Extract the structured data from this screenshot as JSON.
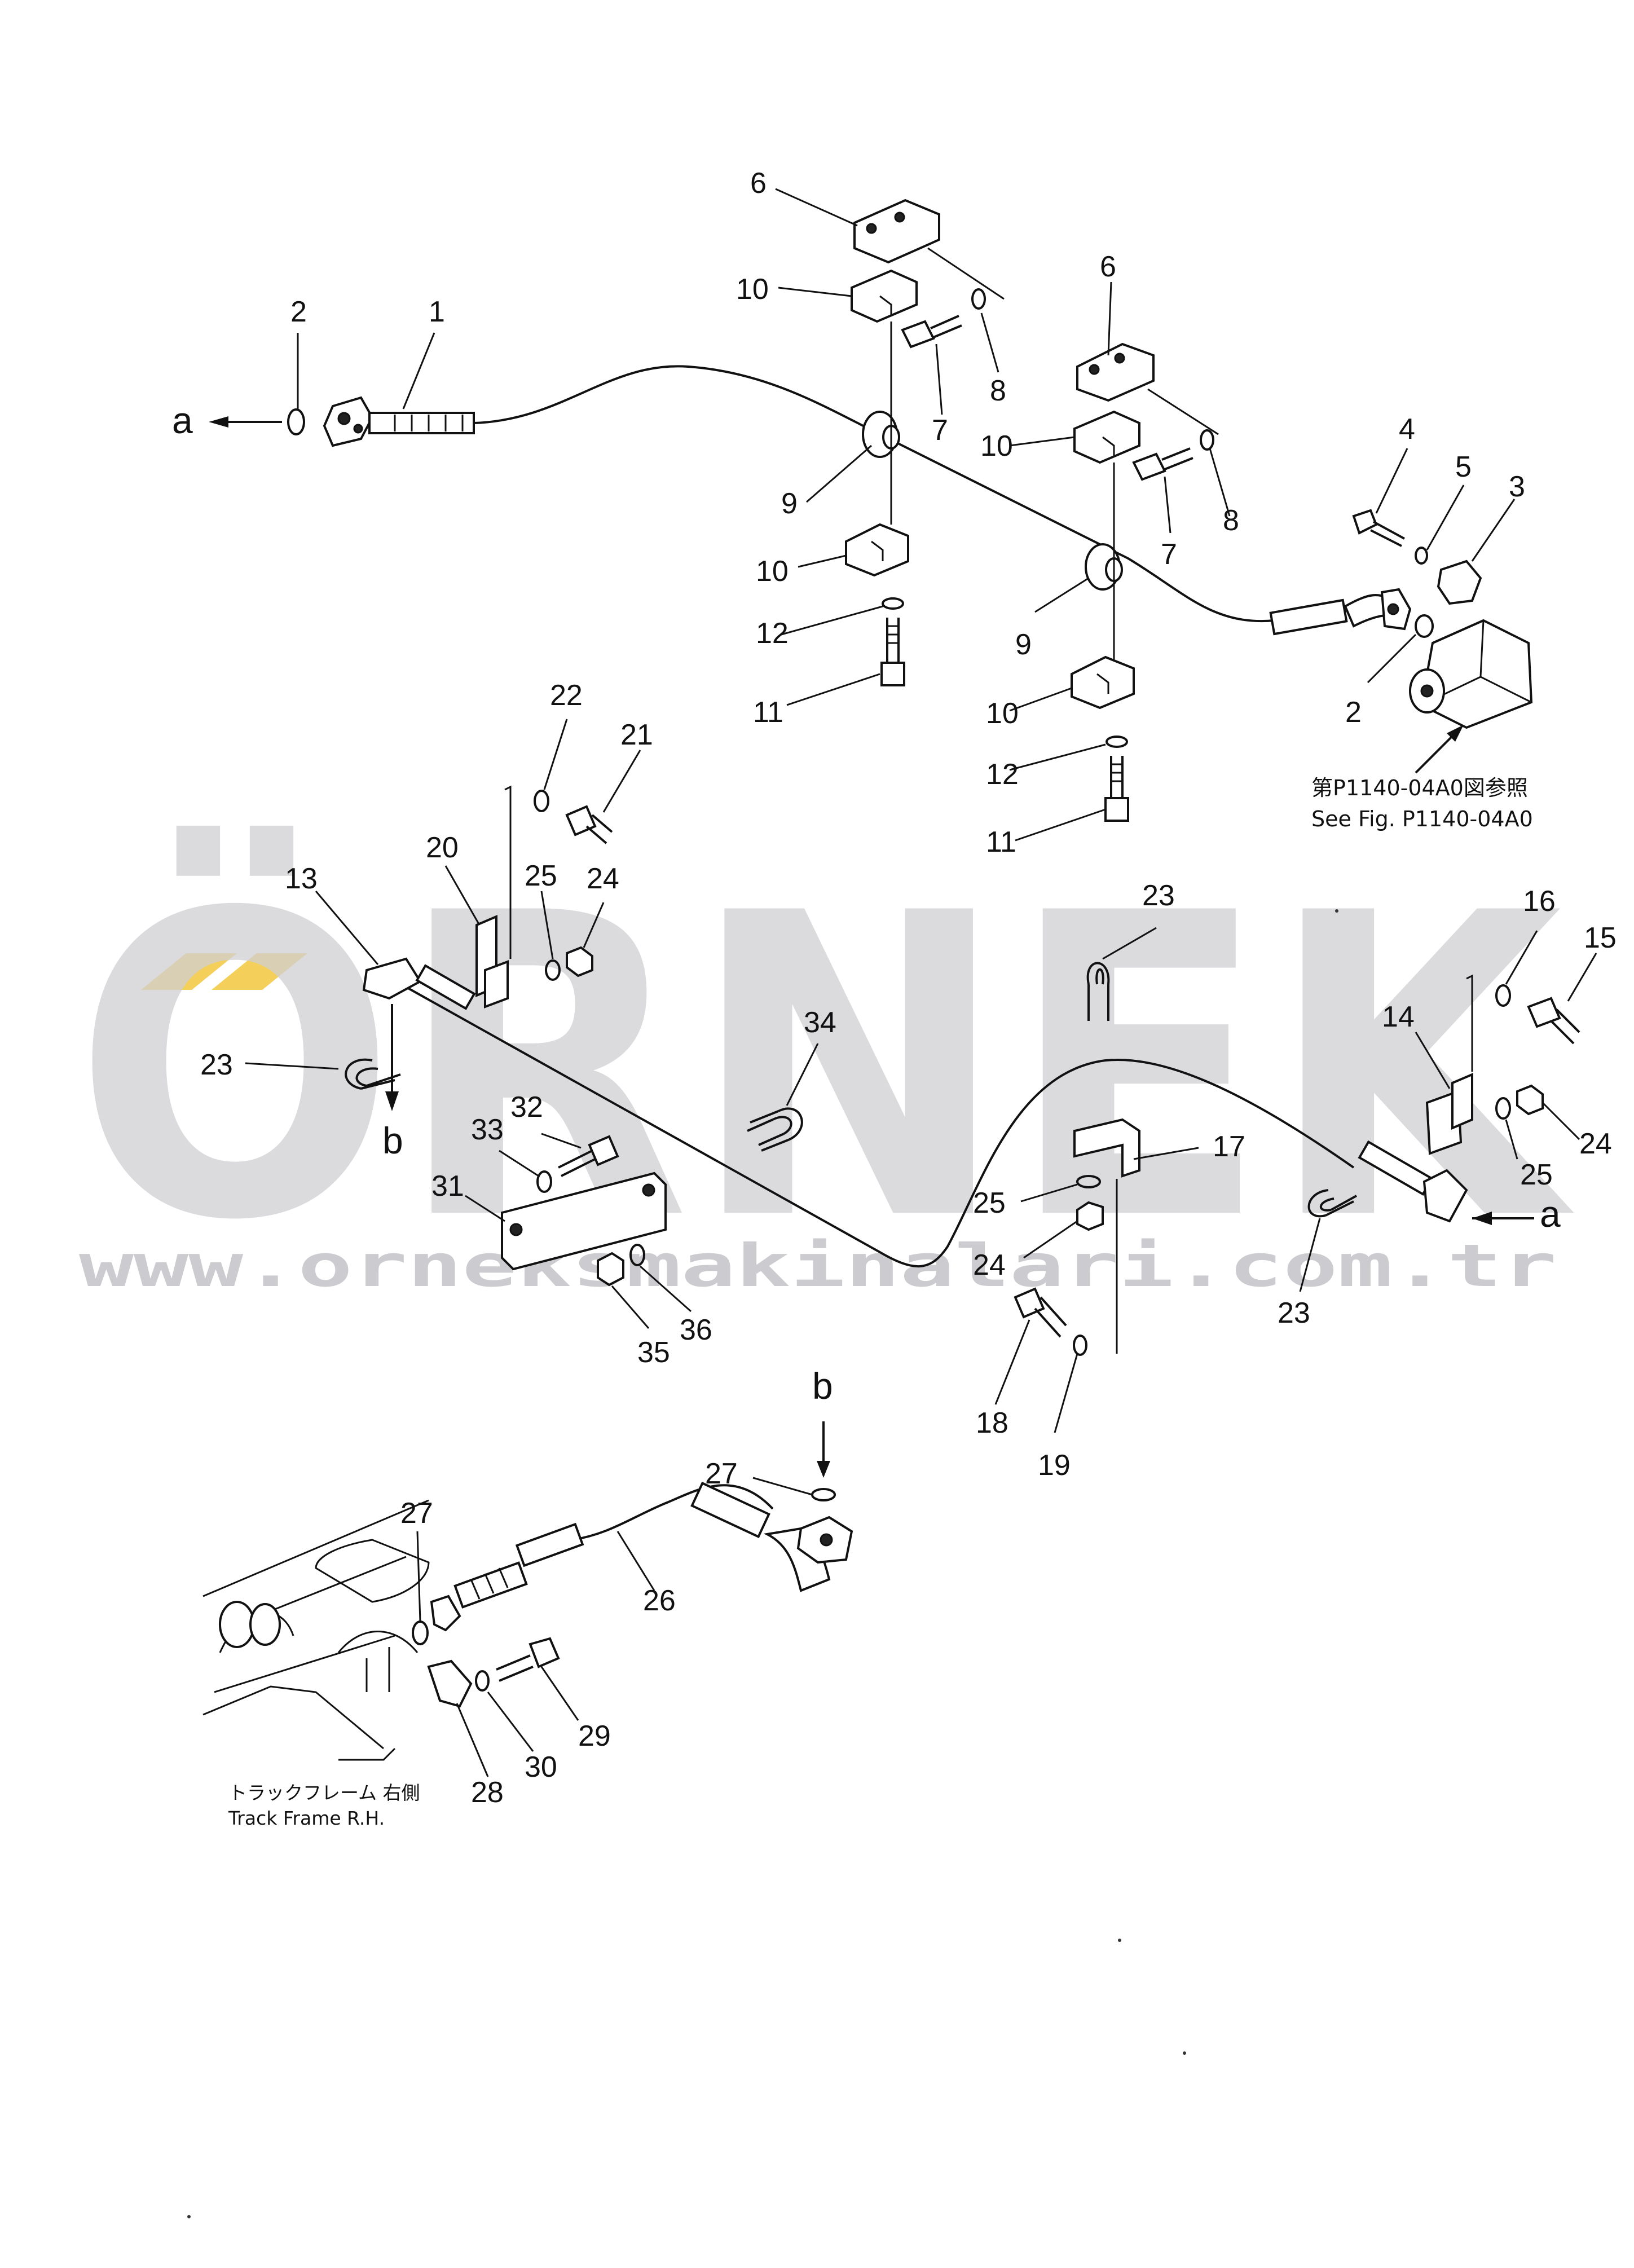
{
  "watermark": {
    "brand": "ÖRNEK",
    "url": "www.orneksmakinalari.com.tr",
    "accent_color": "#f4cf5a",
    "text_color": "#cfcfd2"
  },
  "reference_note": {
    "japanese": "第P1140-04A0図参照",
    "english": "See Fig. P1140-04A0"
  },
  "frame_note": {
    "japanese": "トラックフレーム 右側",
    "english": "Track Frame R.H."
  },
  "connection_labels": {
    "a_left": "a",
    "a_right": "a",
    "b_upper": "b",
    "b_lower": "b"
  },
  "callouts": [
    "1",
    "2",
    "2",
    "3",
    "4",
    "5",
    "6",
    "6",
    "7",
    "7",
    "8",
    "8",
    "9",
    "9",
    "10",
    "10",
    "10",
    "10",
    "11",
    "11",
    "12",
    "12",
    "13",
    "14",
    "15",
    "16",
    "17",
    "18",
    "19",
    "20",
    "21",
    "22",
    "23",
    "23",
    "23",
    "24",
    "24",
    "24",
    "25",
    "25",
    "25",
    "26",
    "27",
    "27",
    "28",
    "29",
    "30",
    "31",
    "32",
    "33",
    "34",
    "35",
    "36"
  ]
}
